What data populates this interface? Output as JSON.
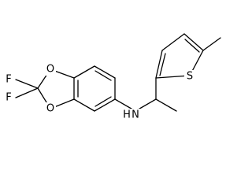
{
  "molecule": {
    "atoms": {
      "f_upper": "F",
      "f_lower": "F",
      "o_upper": "O",
      "o_lower": "O",
      "nh": "H",
      "n": "N",
      "s": "S"
    },
    "colors": {
      "bond": "#000000",
      "label": "#000000",
      "background": "#ffffff"
    }
  }
}
